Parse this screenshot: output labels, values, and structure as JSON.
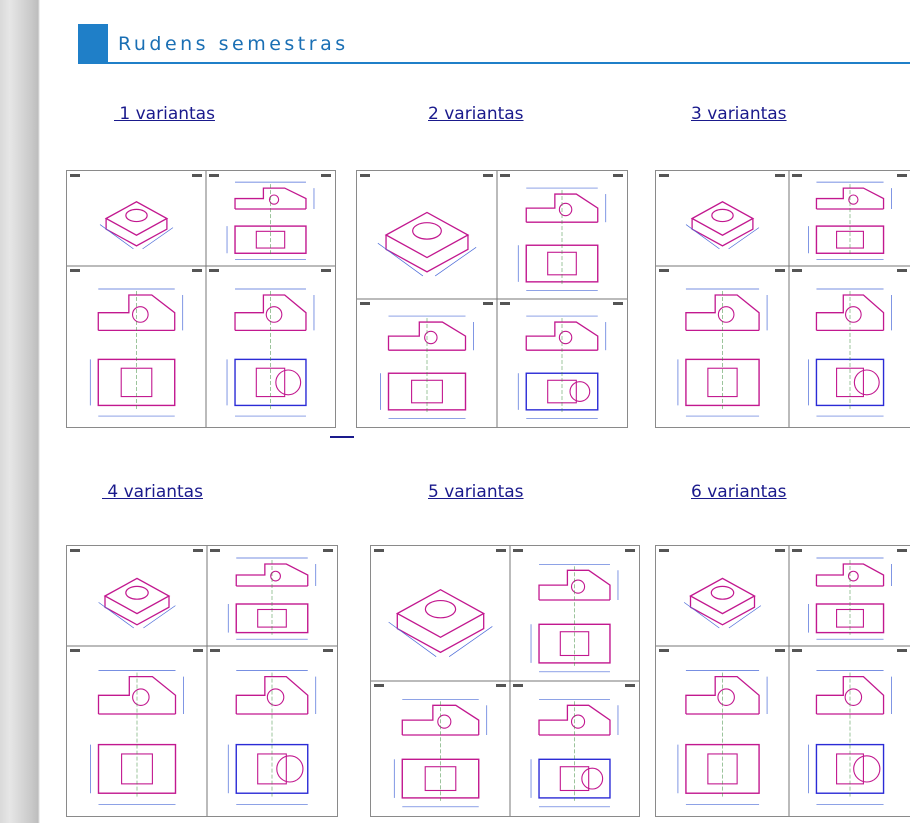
{
  "section": {
    "title": "Rudens semestras"
  },
  "variants": [
    {
      "label": " 1 variantas"
    },
    {
      "label": "2 variantas"
    },
    {
      "label": "3 variantas"
    },
    {
      "label": " 4 variantas"
    },
    {
      "label": "5 variantas"
    },
    {
      "label": "6 variantas"
    }
  ],
  "colors": {
    "accent": "#1f7fc8",
    "link": "#1a1a8c",
    "drawing_magenta": "#c2188f",
    "drawing_blue": "#2b2bd6",
    "dimension_line": "#4a6ad8"
  }
}
